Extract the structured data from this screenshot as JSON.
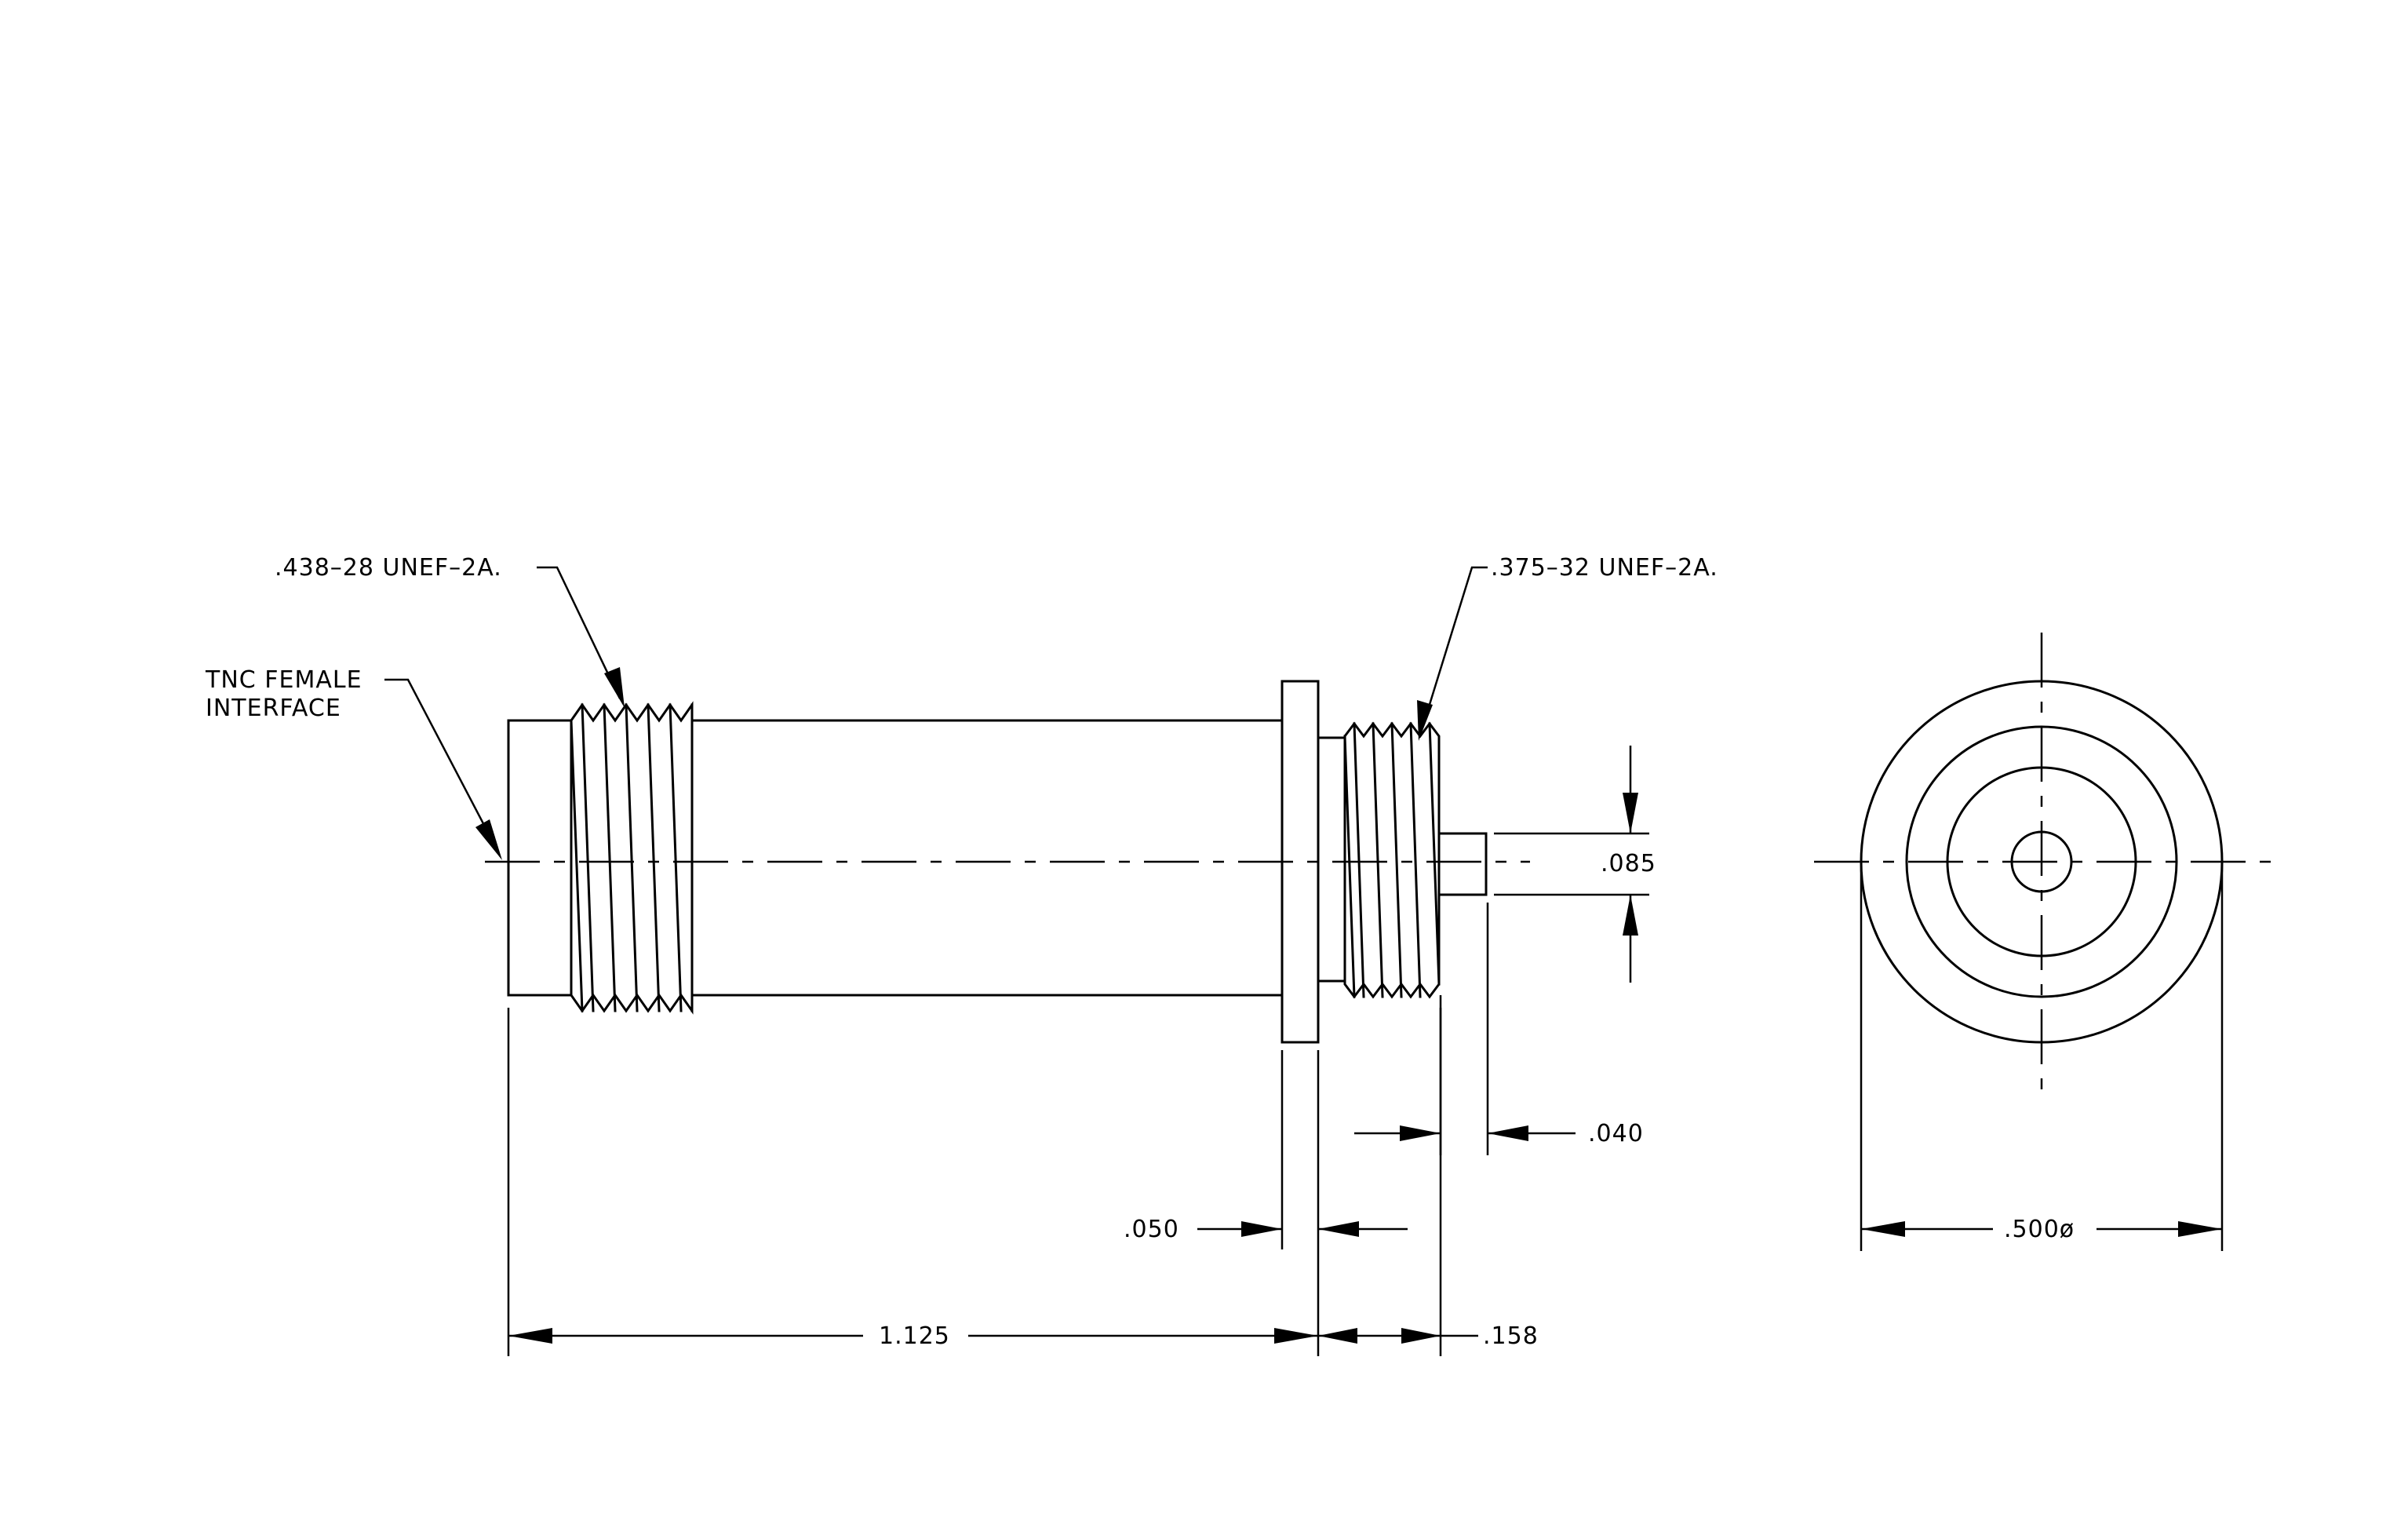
{
  "labels": {
    "thread_left": ".438–28 UNEF–2A.",
    "thread_right": ".375–32 UNEF–2A.",
    "interface_line1": "TNC FEMALE",
    "interface_line2": "INTERFACE",
    "dim_pin_dia": ".085",
    "dim_pin_len": ".040",
    "dim_flange": ".050",
    "dim_body_len": "1.125",
    "dim_rear_len": ".158",
    "dim_outer_dia": ".500ø"
  }
}
